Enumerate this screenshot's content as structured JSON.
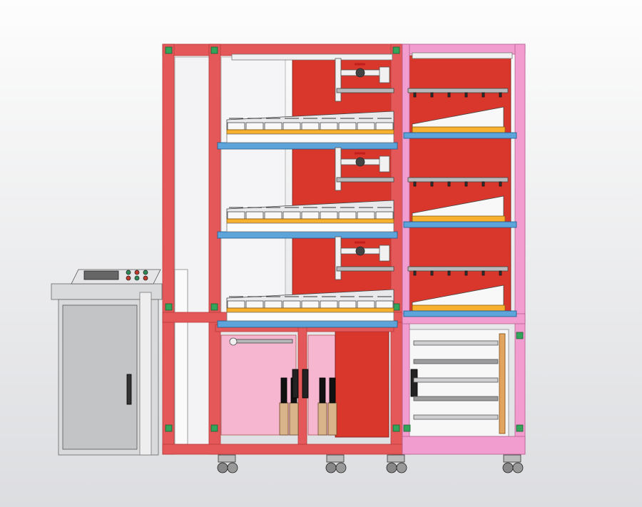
{
  "viewport": {
    "background": {
      "top": "#fdfdfd",
      "bottom": "#dcdde0"
    }
  },
  "colors": {
    "frame_red": "#e4585a",
    "frame_red_dark": "#b93a3a",
    "back_panel_red": "#d9372c",
    "frame_pink": "#f29dcf",
    "pink_panel": "#f7b6cf",
    "pink_door": "#f37f9e",
    "shelf_blue": "#5da4db",
    "tray_orange": "#f7b12f",
    "white_part": "#f1f1f1",
    "grey_part": "#b9b9bb",
    "console_grey": "#d9dadc",
    "door_grey": "#c3c4c6",
    "valve_red": "#c21e1e",
    "bracket_green": "#33a55b"
  },
  "assembly": {
    "left_cabinet": {
      "shelf_levels": 3,
      "tray_cells_per_shelf": 9,
      "pipe_valves": 3,
      "lower_doors": 2,
      "bottles": 4
    },
    "right_cabinet": {
      "shelf_levels": 3,
      "lower_door": 1
    },
    "control_console": {
      "buttons": 6,
      "door_handle": 1
    },
    "casters": 4
  }
}
